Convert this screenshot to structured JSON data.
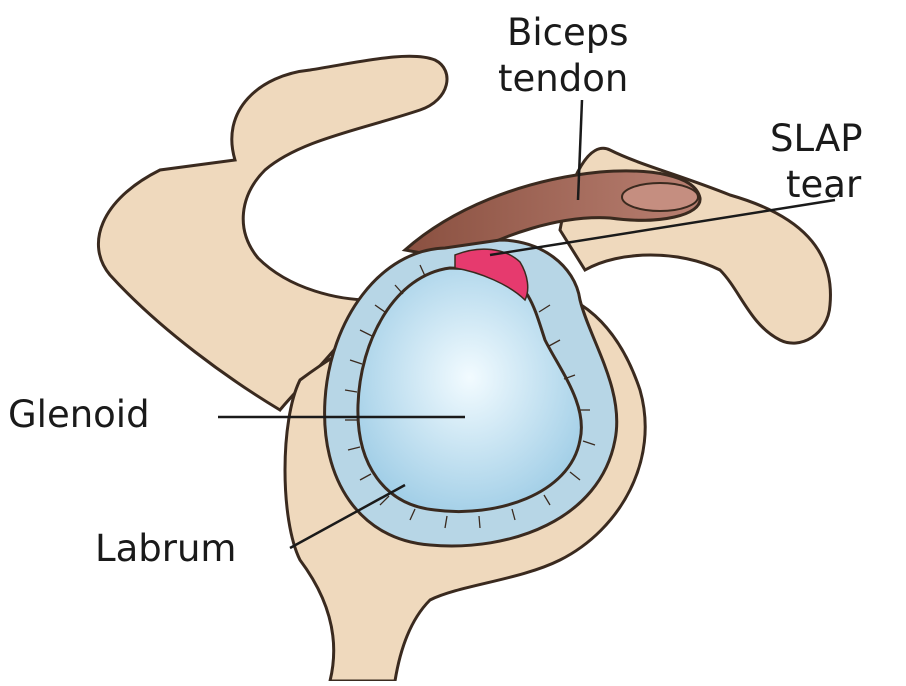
{
  "labels": {
    "biceps_line1": "Biceps",
    "biceps_line2": "tendon",
    "slap_line1": "SLAP",
    "slap_line2": "tear",
    "glenoid": "Glenoid",
    "labrum": "Labrum"
  },
  "colors": {
    "bone": "#efd9bd",
    "bone_outline": "#3a2a1f",
    "labrum": "#b7d6e6",
    "glenoid": "#cfe8f5",
    "tendon": "#a66a55",
    "tear": "#e63a6e"
  }
}
